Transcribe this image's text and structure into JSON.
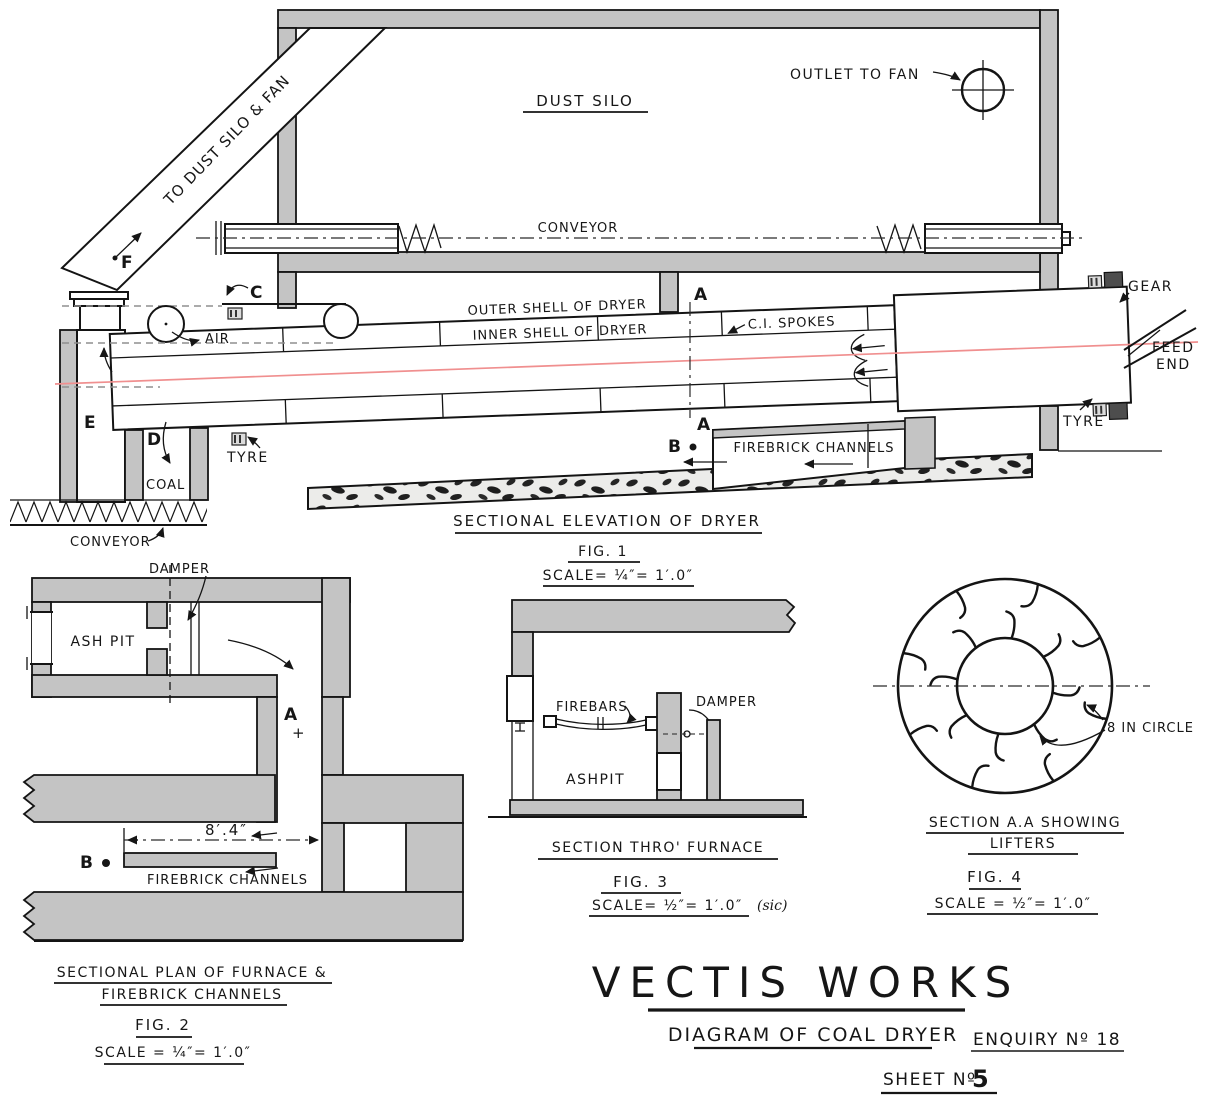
{
  "colors": {
    "wall": "#c4c4c4",
    "dark": "#4d4d4d",
    "red": "#f08f8f"
  },
  "fig1": {
    "labels": {
      "to_dust_silo_fan": "TO DUST SILO & FAN",
      "f": "F",
      "dust_silo": "DUST SILO",
      "outlet_to_fan": "OUTLET TO FAN",
      "conveyor_top": "CONVEYOR",
      "c": "C",
      "air": "AIR",
      "outer_shell": "OUTER SHELL OF DRYER",
      "inner_shell": "INNER SHELL OF DRYER",
      "ci_spokes": "C.I. SPOKES",
      "a_top": "A",
      "a_bottom": "A",
      "b": "B",
      "gear": "GEAR",
      "feed_line1": "FEED",
      "feed_line2": "END",
      "tyre_right": "TYRE",
      "tyre_left": "TYRE",
      "e": "E",
      "d": "D",
      "coal": "COAL",
      "firebrick_channels": "FIREBRICK CHANNELS",
      "conveyor_bottom": "CONVEYOR"
    },
    "title": "SECTIONAL ELEVATION OF DRYER",
    "fig_no": "FIG. 1",
    "scale": "SCALE= ¼″= 1′.0″"
  },
  "fig2": {
    "labels": {
      "damper": "DAMPER",
      "ash_pit": "ASH PIT",
      "a": "A",
      "plus_mark": "+",
      "dimension": "8′.4″",
      "b": "B",
      "firebrick_channels": "FIREBRICK CHANNELS"
    },
    "title_line1": "SECTIONAL PLAN OF FURNACE &",
    "title_line2": "FIREBRICK CHANNELS",
    "fig_no": "FIG. 2",
    "scale": "SCALE = ¼″= 1′.0″"
  },
  "fig3": {
    "labels": {
      "firebars": "FIREBARS",
      "damper": "DAMPER",
      "ashpit": "ASHPIT"
    },
    "title": "SECTION THRO' FURNACE",
    "fig_no": "FIG. 3",
    "scale": "SCALE= ½″= 1′.0″",
    "sic": "(sic)"
  },
  "fig4": {
    "labels": {
      "eight_in_circle": "8 IN CIRCLE"
    },
    "title_line1": "SECTION A.A SHOWING",
    "title_line2": "LIFTERS",
    "fig_no": "FIG. 4",
    "scale": "SCALE = ½″= 1′.0″"
  },
  "title_block": {
    "works": "VECTIS WORKS",
    "subtitle": "DIAGRAM OF COAL DRYER",
    "enquiry": "ENQUIRY Nº 18",
    "sheet_label": "SHEET Nº",
    "sheet_number": "5"
  }
}
